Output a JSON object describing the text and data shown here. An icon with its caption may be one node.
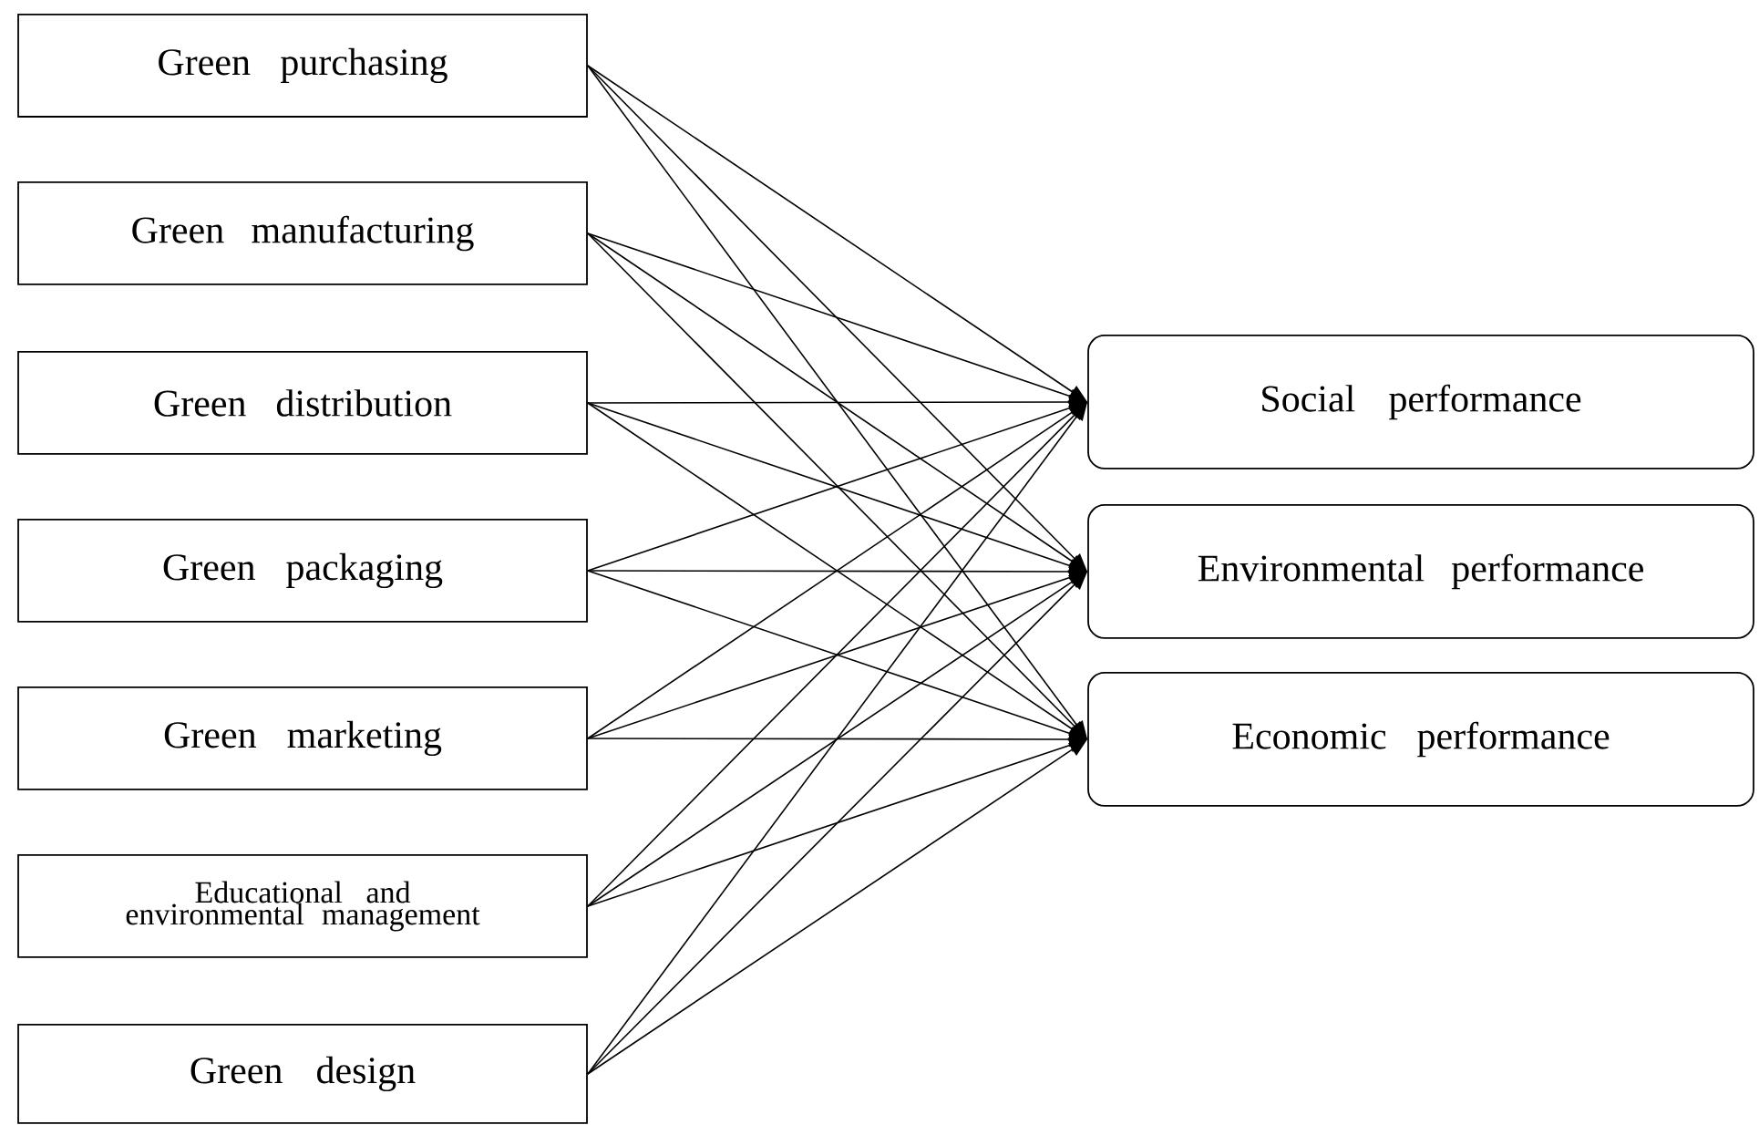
{
  "diagram": {
    "nodes": [
      {
        "text": [
          "Green purchasing"
        ]
      },
      {
        "text": [
          "Green manufacturing"
        ]
      },
      {
        "text": [
          "Green distribution"
        ]
      },
      {
        "text": [
          "Green packaging"
        ]
      },
      {
        "text": [
          "Green marketing"
        ]
      },
      {
        "text": [
          "Educational and environmental management"
        ]
      },
      {
        "text": [
          "Green design"
        ]
      },
      {
        "text": [
          "Social performance"
        ]
      },
      {
        "text": [
          "Environmental  performance"
        ]
      },
      {
        "text": [
          "Economic performance"
        ]
      }
    ],
    "edges": [
      {
        "from": 0,
        "to": 7,
        "arrow": "to"
      },
      {
        "from": 0,
        "to": 8,
        "arrow": "to"
      },
      {
        "from": 0,
        "to": 9,
        "arrow": "to"
      },
      {
        "from": 1,
        "to": 7,
        "arrow": "to"
      },
      {
        "from": 1,
        "to": 8,
        "arrow": "to"
      },
      {
        "from": 1,
        "to": 9,
        "arrow": "to"
      },
      {
        "from": 2,
        "to": 7,
        "arrow": "to"
      },
      {
        "from": 2,
        "to": 8,
        "arrow": "to"
      },
      {
        "from": 2,
        "to": 9,
        "arrow": "to"
      },
      {
        "from": 3,
        "to": 7,
        "arrow": "to"
      },
      {
        "from": 3,
        "to": 8,
        "arrow": "to"
      },
      {
        "from": 3,
        "to": 9,
        "arrow": "to"
      },
      {
        "from": 4,
        "to": 7,
        "arrow": "to"
      },
      {
        "from": 4,
        "to": 8,
        "arrow": "to"
      },
      {
        "from": 4,
        "to": 9,
        "arrow": "to"
      },
      {
        "from": 5,
        "to": 7,
        "arrow": "to"
      },
      {
        "from": 5,
        "to": 8,
        "arrow": "to"
      },
      {
        "from": 5,
        "to": 9,
        "arrow": "to"
      },
      {
        "from": 6,
        "to": 7,
        "arrow": "to"
      },
      {
        "from": 6,
        "to": 8,
        "arrow": "to"
      },
      {
        "from": 6,
        "to": 9,
        "arrow": "to"
      }
    ]
  }
}
